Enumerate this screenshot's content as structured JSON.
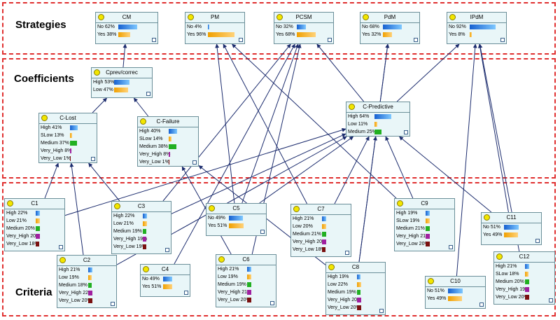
{
  "regions": {
    "strategies": "Strategies",
    "coefficients": "Coefficients",
    "criteria": "Criteria"
  },
  "colors": {
    "region_border": "#e03030",
    "node_bg": "#e9f6f8",
    "node_border": "#6b8f99",
    "edge": "#1c2c6e",
    "bar_blue": "#1f6fd6",
    "bar_orange": "#f0a000",
    "bar_green": "#22b022",
    "bar_purple": "#a020a0",
    "bar_darkred": "#7a1010",
    "bulb": "#f2e600"
  },
  "nodes": [
    {
      "id": "CM",
      "title": "CM",
      "states": [
        {
          "label": "No",
          "value": 62,
          "text": "62%",
          "color": "blue"
        },
        {
          "label": "Yes",
          "value": 38,
          "text": "38%",
          "color": "orange"
        }
      ]
    },
    {
      "id": "PM",
      "title": "PM",
      "states": [
        {
          "label": "No",
          "value": 4,
          "text": "4%",
          "color": "blue"
        },
        {
          "label": "Yes",
          "value": 96,
          "text": "96%",
          "color": "orange"
        }
      ]
    },
    {
      "id": "PCSM",
      "title": "PCSM",
      "states": [
        {
          "label": "No",
          "value": 32,
          "text": "32%",
          "color": "blue"
        },
        {
          "label": "Yes",
          "value": 68,
          "text": "68%",
          "color": "orange"
        }
      ]
    },
    {
      "id": "PdM",
      "title": "PdM",
      "states": [
        {
          "label": "No",
          "value": 68,
          "text": "68%",
          "color": "blue"
        },
        {
          "label": "Yes",
          "value": 32,
          "text": "32%",
          "color": "orange"
        }
      ]
    },
    {
      "id": "IPdM",
      "title": "IPdM",
      "states": [
        {
          "label": "No",
          "value": 92,
          "text": "92%",
          "color": "blue"
        },
        {
          "label": "Yes",
          "value": 8,
          "text": "8%",
          "color": "orange"
        }
      ]
    },
    {
      "id": "Cprev",
      "title": "Cprev/correc",
      "states": [
        {
          "label": "High",
          "value": 53,
          "text": "53%",
          "color": "blue"
        },
        {
          "label": "Low",
          "value": 47,
          "text": "47%",
          "color": "orange"
        }
      ]
    },
    {
      "id": "CLost",
      "title": "C-Lost",
      "states": [
        {
          "label": "High",
          "value": 41,
          "text": "41%",
          "color": "blue"
        },
        {
          "label": "SLow",
          "value": 13,
          "text": "13%",
          "color": "orange"
        },
        {
          "label": "Medium",
          "value": 37,
          "text": "37%",
          "color": "green"
        },
        {
          "label": "Very_High",
          "value": 8,
          "text": "8%",
          "color": "purple"
        },
        {
          "label": "Very_Low",
          "value": 1,
          "text": "1%",
          "color": "darkred"
        }
      ]
    },
    {
      "id": "CFailure",
      "title": "C-Failure",
      "states": [
        {
          "label": "High",
          "value": 40,
          "text": "40%",
          "color": "blue"
        },
        {
          "label": "SLow",
          "value": 14,
          "text": "14%",
          "color": "orange"
        },
        {
          "label": "Medium",
          "value": 38,
          "text": "38%",
          "color": "green"
        },
        {
          "label": "Very_High",
          "value": 8,
          "text": "8%",
          "color": "purple"
        },
        {
          "label": "Very_Low",
          "value": 1,
          "text": "1%",
          "color": "darkred"
        }
      ]
    },
    {
      "id": "CPred",
      "title": "C-Predictive",
      "states": [
        {
          "label": "High",
          "value": 64,
          "text": "64%",
          "color": "blue"
        },
        {
          "label": "Low",
          "value": 11,
          "text": "11%",
          "color": "orange"
        },
        {
          "label": "Medium",
          "value": 25,
          "text": "25%",
          "color": "green"
        }
      ]
    },
    {
      "id": "C1",
      "title": "C1",
      "states": [
        {
          "label": "High",
          "value": 22,
          "text": "22%",
          "color": "blue"
        },
        {
          "label": "Low",
          "value": 21,
          "text": "21%",
          "color": "orange"
        },
        {
          "label": "Medium",
          "value": 20,
          "text": "20%",
          "color": "green"
        },
        {
          "label": "Very_High",
          "value": 20,
          "text": "20%",
          "color": "purple"
        },
        {
          "label": "Very_Low",
          "value": 18,
          "text": "18%",
          "color": "darkred"
        }
      ]
    },
    {
      "id": "C2",
      "title": "C2",
      "states": [
        {
          "label": "High",
          "value": 21,
          "text": "21%",
          "color": "blue"
        },
        {
          "label": "Low",
          "value": 19,
          "text": "19%",
          "color": "orange"
        },
        {
          "label": "Medium",
          "value": 18,
          "text": "18%",
          "color": "green"
        },
        {
          "label": "Very_High",
          "value": 22,
          "text": "22%",
          "color": "purple"
        },
        {
          "label": "Very_Low",
          "value": 20,
          "text": "20%",
          "color": "darkred"
        }
      ]
    },
    {
      "id": "C3",
      "title": "C3",
      "states": [
        {
          "label": "High",
          "value": 22,
          "text": "22%",
          "color": "blue"
        },
        {
          "label": "Low",
          "value": 21,
          "text": "21%",
          "color": "orange"
        },
        {
          "label": "Medium",
          "value": 19,
          "text": "19%",
          "color": "green"
        },
        {
          "label": "Very_High",
          "value": 19,
          "text": "19%",
          "color": "purple"
        },
        {
          "label": "Very_Low",
          "value": 19,
          "text": "19%",
          "color": "darkred"
        }
      ]
    },
    {
      "id": "C4",
      "title": "C4",
      "states": [
        {
          "label": "No",
          "value": 49,
          "text": "49%",
          "color": "blue"
        },
        {
          "label": "Yes",
          "value": 51,
          "text": "51%",
          "color": "orange"
        }
      ]
    },
    {
      "id": "C5",
      "title": "C5",
      "states": [
        {
          "label": "No",
          "value": 49,
          "text": "49%",
          "color": "blue"
        },
        {
          "label": "Yes",
          "value": 51,
          "text": "51%",
          "color": "orange"
        }
      ]
    },
    {
      "id": "C6",
      "title": "C6",
      "states": [
        {
          "label": "High",
          "value": 21,
          "text": "21%",
          "color": "blue"
        },
        {
          "label": "Low",
          "value": 19,
          "text": "19%",
          "color": "orange"
        },
        {
          "label": "Medium",
          "value": 19,
          "text": "19%",
          "color": "green"
        },
        {
          "label": "Very_High",
          "value": 21,
          "text": "21%",
          "color": "purple"
        },
        {
          "label": "Very_Low",
          "value": 20,
          "text": "20%",
          "color": "darkred"
        }
      ]
    },
    {
      "id": "C7",
      "title": "C7",
      "states": [
        {
          "label": "High",
          "value": 21,
          "text": "21%",
          "color": "blue"
        },
        {
          "label": "Low",
          "value": 20,
          "text": "20%",
          "color": "orange"
        },
        {
          "label": "Medium",
          "value": 21,
          "text": "21%",
          "color": "green"
        },
        {
          "label": "Very_High",
          "value": 20,
          "text": "20%",
          "color": "purple"
        },
        {
          "label": "Very_Low",
          "value": 18,
          "text": "18%",
          "color": "darkred"
        }
      ]
    },
    {
      "id": "C8",
      "title": "C8",
      "states": [
        {
          "label": "High",
          "value": 19,
          "text": "19%",
          "color": "blue"
        },
        {
          "label": "Low",
          "value": 22,
          "text": "22%",
          "color": "orange"
        },
        {
          "label": "Medium",
          "value": 19,
          "text": "19%",
          "color": "green"
        },
        {
          "label": "Very_High",
          "value": 20,
          "text": "20%",
          "color": "purple"
        },
        {
          "label": "Very_Low",
          "value": 20,
          "text": "20%",
          "color": "darkred"
        }
      ]
    },
    {
      "id": "C9",
      "title": "C9",
      "states": [
        {
          "label": "High",
          "value": 19,
          "text": "19%",
          "color": "blue"
        },
        {
          "label": "SLow",
          "value": 19,
          "text": "19%",
          "color": "orange"
        },
        {
          "label": "Medium",
          "value": 21,
          "text": "21%",
          "color": "green"
        },
        {
          "label": "Very_High",
          "value": 21,
          "text": "21%",
          "color": "purple"
        },
        {
          "label": "Very_Low",
          "value": 20,
          "text": "20%",
          "color": "darkred"
        }
      ]
    },
    {
      "id": "C10",
      "title": "C10",
      "states": [
        {
          "label": "No",
          "value": 51,
          "text": "51%",
          "color": "blue"
        },
        {
          "label": "Yes",
          "value": 49,
          "text": "49%",
          "color": "orange"
        }
      ]
    },
    {
      "id": "C11",
      "title": "C11",
      "states": [
        {
          "label": "No",
          "value": 51,
          "text": "51%",
          "color": "blue"
        },
        {
          "label": "Yes",
          "value": 49,
          "text": "49%",
          "color": "orange"
        }
      ]
    },
    {
      "id": "C12",
      "title": "C12",
      "states": [
        {
          "label": "High",
          "value": 21,
          "text": "21%",
          "color": "blue"
        },
        {
          "label": "SLow",
          "value": 18,
          "text": "18%",
          "color": "orange"
        },
        {
          "label": "Medium",
          "value": 20,
          "text": "20%",
          "color": "green"
        },
        {
          "label": "Very_High",
          "value": 19,
          "text": "19%",
          "color": "purple"
        },
        {
          "label": "Very_Low",
          "value": 20,
          "text": "20%",
          "color": "darkred"
        }
      ]
    }
  ],
  "edges": [
    {
      "from": "Cprev",
      "to": "CM"
    },
    {
      "from": "CLost",
      "to": "Cprev"
    },
    {
      "from": "CFailure",
      "to": "Cprev"
    },
    {
      "from": "CPred",
      "to": "PdM"
    },
    {
      "from": "CPred",
      "to": "IPdM"
    },
    {
      "from": "CPred",
      "to": "PCSM"
    },
    {
      "from": "C1",
      "to": "CLost"
    },
    {
      "from": "C2",
      "to": "CLost"
    },
    {
      "from": "C3",
      "to": "CLost"
    },
    {
      "from": "C1",
      "to": "CPred"
    },
    {
      "from": "C3",
      "to": "CPred"
    },
    {
      "from": "C5",
      "to": "CPred"
    },
    {
      "from": "C6",
      "to": "CFailure"
    },
    {
      "from": "C8",
      "to": "CFailure"
    },
    {
      "from": "C7",
      "to": "CPred"
    },
    {
      "from": "C8",
      "to": "CPred"
    },
    {
      "from": "C9",
      "to": "CPred"
    },
    {
      "from": "C11",
      "to": "CPred"
    },
    {
      "from": "C5",
      "to": "PCSM"
    },
    {
      "from": "C4",
      "to": "PCSM"
    },
    {
      "from": "C6",
      "to": "PCSM"
    },
    {
      "from": "C3",
      "to": "PCSM"
    },
    {
      "from": "C7",
      "to": "PM"
    },
    {
      "from": "C9",
      "to": "PM"
    },
    {
      "from": "C8",
      "to": "PdM"
    },
    {
      "from": "C10",
      "to": "IPdM"
    },
    {
      "from": "C11",
      "to": "IPdM"
    },
    {
      "from": "C12",
      "to": "IPdM"
    },
    {
      "from": "C5",
      "to": "PM"
    },
    {
      "from": "C2",
      "to": "CPred"
    }
  ]
}
